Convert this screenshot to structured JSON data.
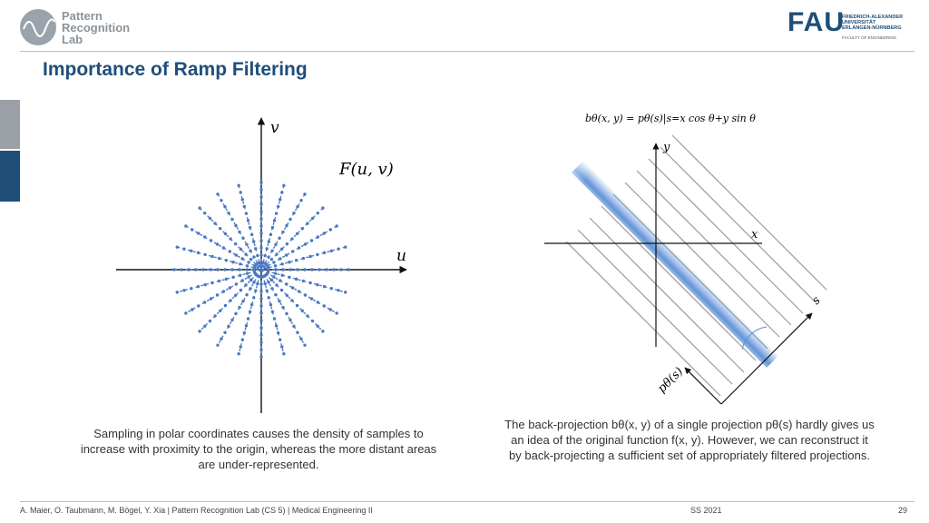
{
  "header": {
    "lab_logo_lines": [
      "Pattern",
      "Recognition",
      "Lab"
    ],
    "university_abbrev": "FAU",
    "university_lines": [
      "FRIEDRICH-ALEXANDER",
      "UNIVERSITÄT",
      "ERLANGEN-NÜRNBERG"
    ],
    "faculty": "FACULTY OF ENGINEERING"
  },
  "slide": {
    "title": "Importance of Ramp Filtering"
  },
  "left_diagram": {
    "axis_u": "u",
    "axis_v": "v",
    "function_label": "F(u, v)"
  },
  "right_diagram": {
    "formula": "bθ(x, y) = pθ(s)|s=x cos θ+y sin θ",
    "axis_x": "x",
    "axis_y": "y",
    "axis_s": "s",
    "projection_label": "pθ(s)"
  },
  "captions": {
    "left": "Sampling in polar coordinates causes the density of samples to increase with proximity to the origin, whereas the more distant areas are under-represented.",
    "right": "The back-projection bθ(x, y) of a single projection pθ(s) hardly gives us an idea of the original function f(x, y). However, we can reconstruct it by back-projecting a sufficient set of appropriately filtered projections."
  },
  "footer": {
    "authors": "A. Maier, O. Taubmann, M. Bögel, Y. Xia   |   Pattern Recognition Lab (CS 5)   |   Medical Engineering II",
    "semester": "SS 2021",
    "page": "29"
  },
  "colors": {
    "brand": "#1f4e79",
    "samples": "#4a78c2",
    "beam": "#5b8fd6"
  }
}
